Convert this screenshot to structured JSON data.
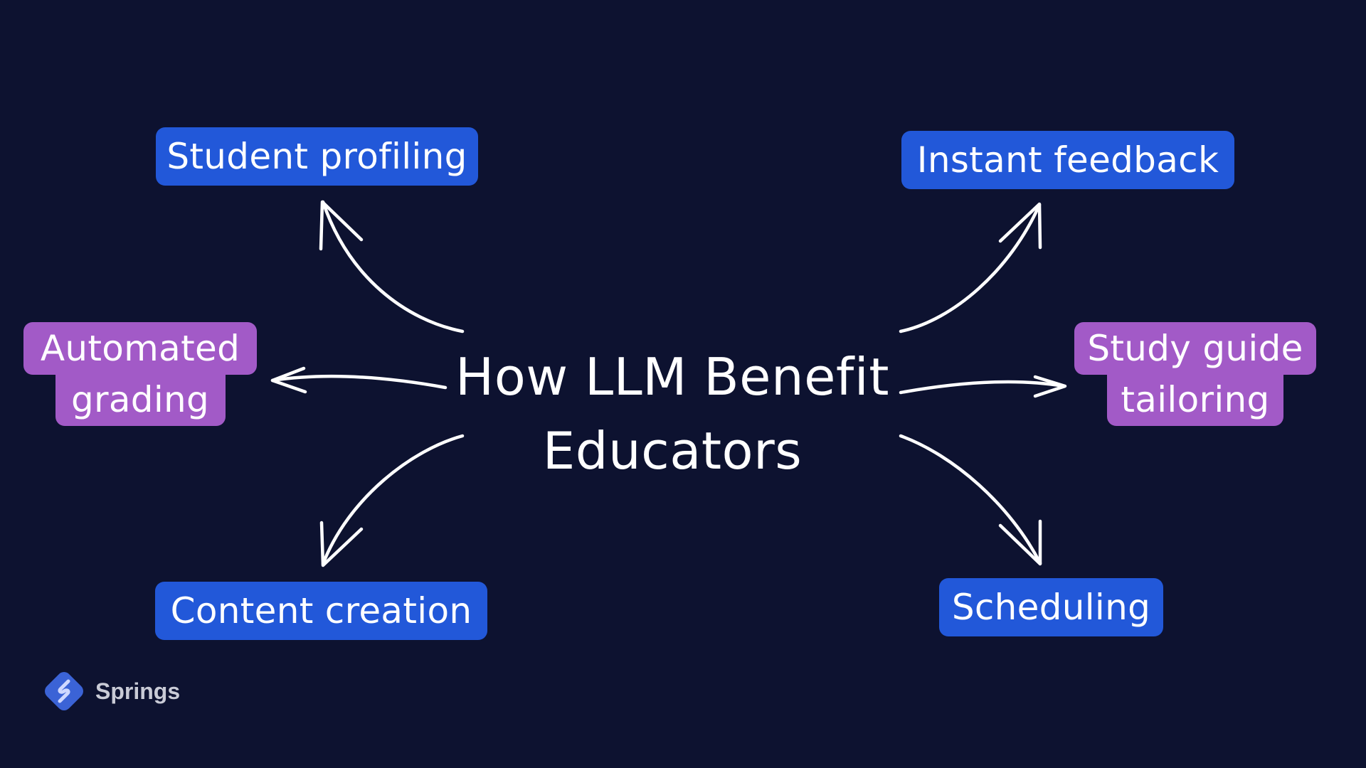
{
  "diagram": {
    "center": {
      "line1": "How LLM Benefit",
      "line2": "Educators"
    },
    "nodes": {
      "student_profiling": "Student profiling",
      "instant_feedback": "Instant feedback",
      "automated_grading": {
        "line1": "Automated",
        "line2": "grading"
      },
      "study_guide_tailoring": {
        "line1": "Study guide",
        "line2": "tailoring"
      },
      "content_creation": "Content creation",
      "scheduling": "Scheduling"
    }
  },
  "branding": {
    "name": "Springs",
    "logo_icon": "springs-logo-icon"
  },
  "colors": {
    "background": "#0d1230",
    "blue_label": "#2258d9",
    "purple_label": "#a25ac7",
    "text": "#ffffff",
    "brand_text": "#c9cbd6"
  }
}
